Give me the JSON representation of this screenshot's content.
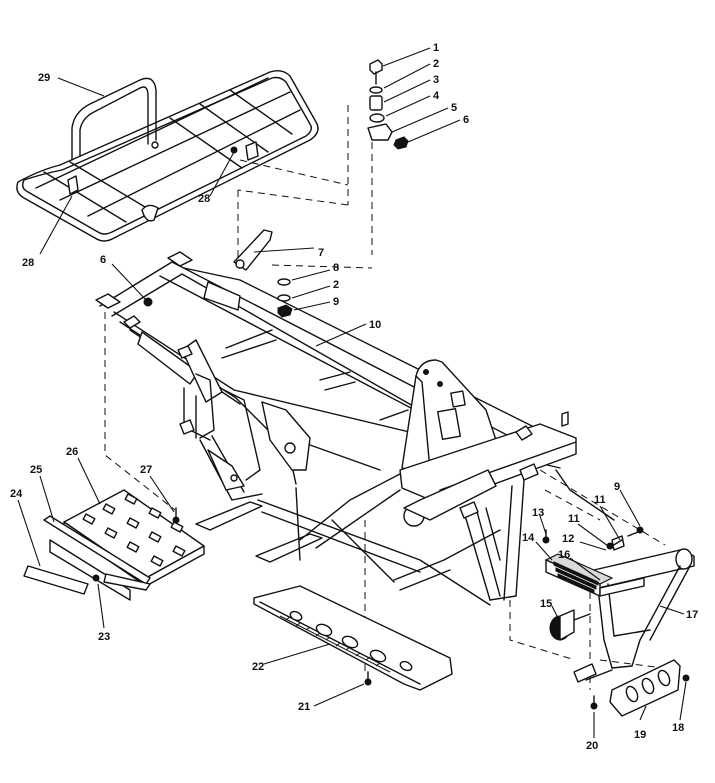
{
  "callouts": [
    {
      "id": "c1",
      "text": "1"
    },
    {
      "id": "c2",
      "text": "2"
    },
    {
      "id": "c3",
      "text": "3"
    },
    {
      "id": "c4",
      "text": "4"
    },
    {
      "id": "c5",
      "text": "5"
    },
    {
      "id": "c6a",
      "text": "6"
    },
    {
      "id": "c28a",
      "text": "28"
    },
    {
      "id": "c29",
      "text": "29"
    },
    {
      "id": "c28b",
      "text": "28"
    },
    {
      "id": "c7",
      "text": "7"
    },
    {
      "id": "c6b",
      "text": "6"
    },
    {
      "id": "c8",
      "text": "8"
    },
    {
      "id": "c2b",
      "text": "2"
    },
    {
      "id": "c9a",
      "text": "9"
    },
    {
      "id": "c10",
      "text": "10"
    },
    {
      "id": "c26",
      "text": "26"
    },
    {
      "id": "c25",
      "text": "25"
    },
    {
      "id": "c27",
      "text": "27"
    },
    {
      "id": "c24",
      "text": "24"
    },
    {
      "id": "c23",
      "text": "23"
    },
    {
      "id": "c22",
      "text": "22"
    },
    {
      "id": "c21",
      "text": "21"
    },
    {
      "id": "c9b",
      "text": "9"
    },
    {
      "id": "c11a",
      "text": "11"
    },
    {
      "id": "c11b",
      "text": "11"
    },
    {
      "id": "c13",
      "text": "13"
    },
    {
      "id": "c12",
      "text": "12"
    },
    {
      "id": "c14",
      "text": "14"
    },
    {
      "id": "c16",
      "text": "16"
    },
    {
      "id": "c15",
      "text": "15"
    },
    {
      "id": "c17",
      "text": "17"
    },
    {
      "id": "c19",
      "text": "19"
    },
    {
      "id": "c18",
      "text": "18"
    },
    {
      "id": "c20",
      "text": "20"
    }
  ]
}
